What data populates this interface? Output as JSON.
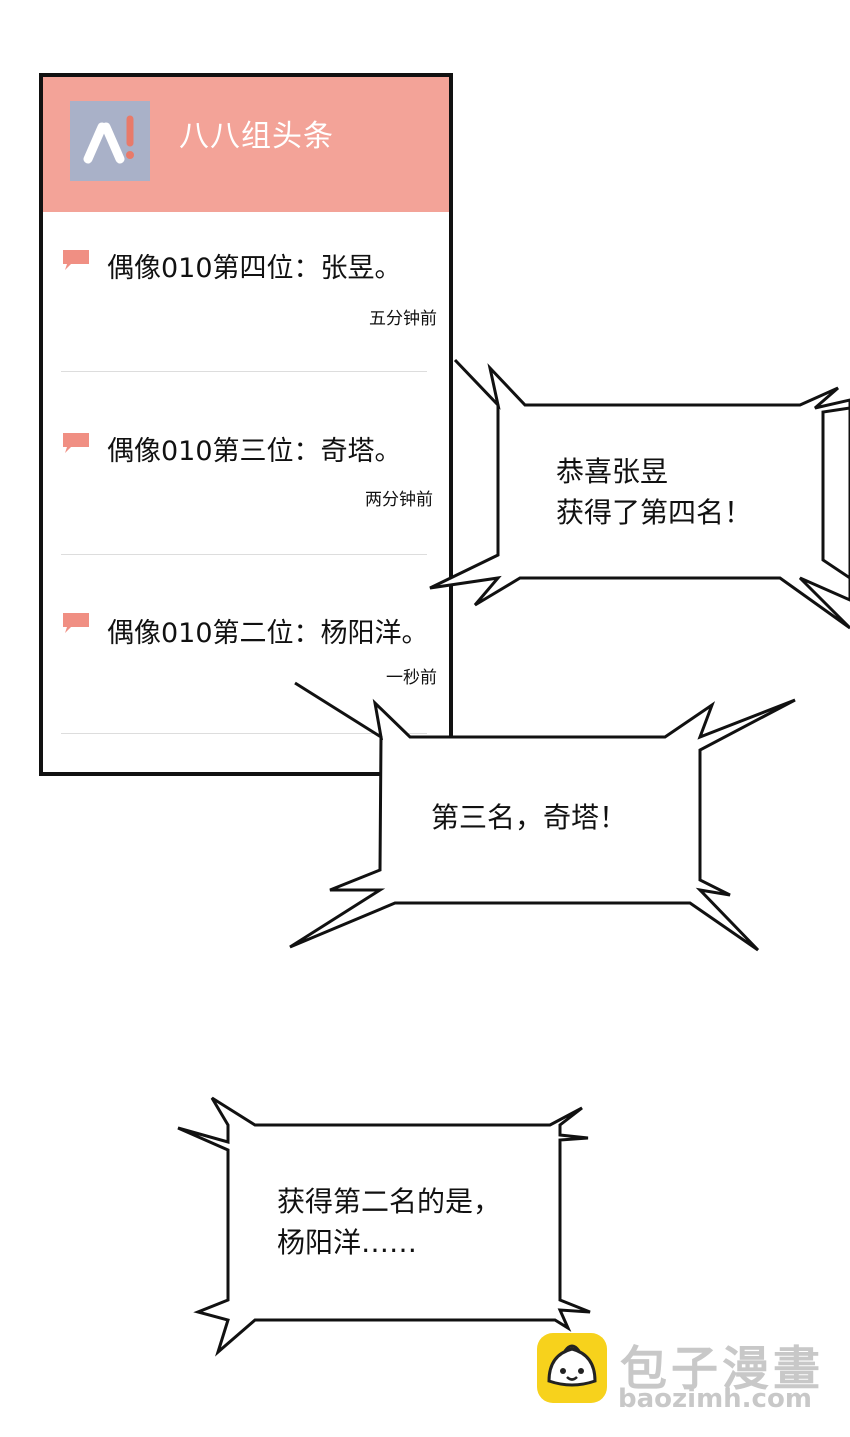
{
  "app": {
    "title": "八八组头条",
    "header_color": "#f3a398",
    "logo_icon": "bar-logo-icon"
  },
  "feed": [
    {
      "text": "偶像010第四位：张昱。",
      "time": "五分钟前",
      "icon": "chat-bubble-icon"
    },
    {
      "text": "偶像010第三位：奇塔。",
      "time": "两分钟前",
      "icon": "chat-bubble-icon"
    },
    {
      "text": "偶像010第二位：杨阳洋。",
      "time": "一秒前",
      "icon": "chat-bubble-icon"
    }
  ],
  "speech": {
    "first": {
      "line1": "恭喜张昱",
      "line2": "获得了第四名！"
    },
    "second": {
      "line1": "第三名，奇塔！"
    },
    "third": {
      "line1": "获得第二名的是，",
      "line2": "杨阳洋……"
    }
  },
  "watermark": {
    "name": "包子漫畫",
    "url": "baozimh.com",
    "icon": "bun-mascot-icon",
    "color": "#c8c8c8",
    "accent": "#f7d21c"
  }
}
